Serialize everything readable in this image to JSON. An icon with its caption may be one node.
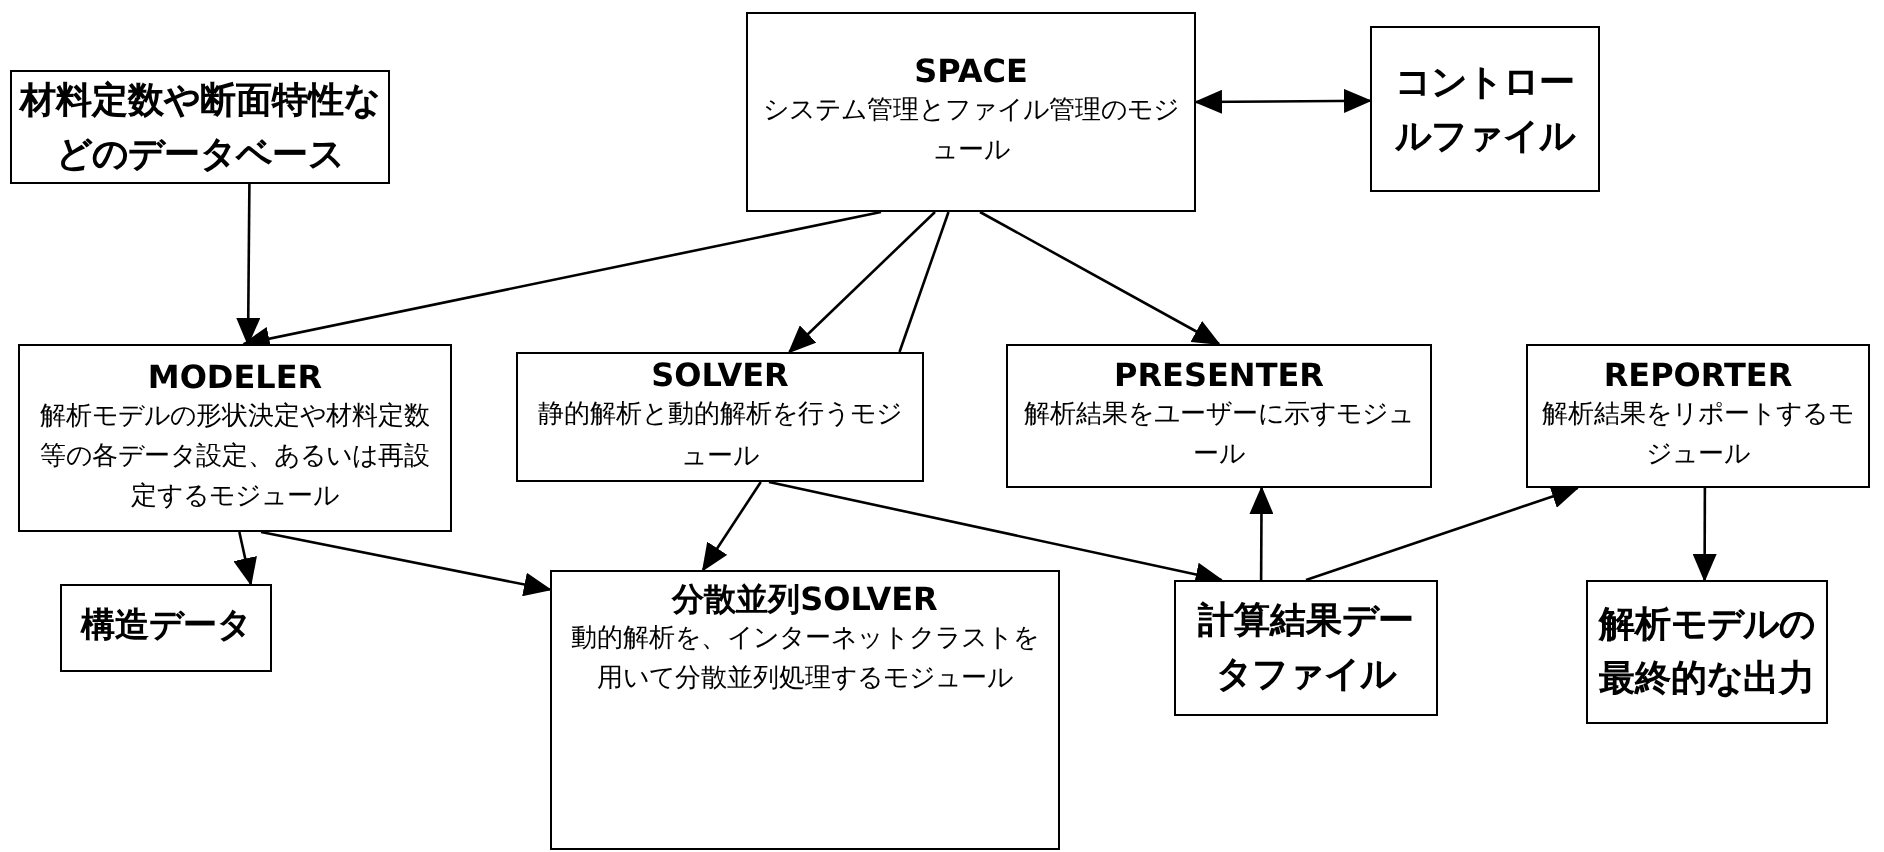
{
  "diagram": {
    "nodes": [
      {
        "text": [
          "材料定数や断面特性などのデータベース"
        ]
      },
      {
        "text": [
          "SPACE",
          "システム管理とファイル管理のモジュール"
        ]
      },
      {
        "text": [
          "コントロールファイル"
        ]
      },
      {
        "text": [
          "MODELER",
          "解析モデルの形状決定や材料定数等の各データ設定、あるいは再設定するモジュール"
        ]
      },
      {
        "text": [
          "SOLVER",
          "静的解析と動的解析を行うモジュール"
        ]
      },
      {
        "text": [
          "PRESENTER",
          "解析結果をユーザーに示すモジュール"
        ]
      },
      {
        "text": [
          "REPORTER",
          "解析結果をリポートするモジュール"
        ]
      },
      {
        "text": [
          "構造データ"
        ]
      },
      {
        "text": [
          "分散並列SOLVER",
          "動的解析を、インターネットクラストを用いて分散並列処理するモジュール"
        ]
      },
      {
        "text": [
          "計算結果データファイル"
        ]
      },
      {
        "text": [
          "解析モデルの最終的な出力"
        ]
      }
    ],
    "edges": [
      {
        "from": 1,
        "to": 2,
        "arrow": "both"
      },
      {
        "from": 0,
        "to": 3,
        "arrow": "to"
      },
      {
        "from": 1,
        "to": 3,
        "arrow": "to"
      },
      {
        "from": 1,
        "to": 4,
        "arrow": "to"
      },
      {
        "from": 1,
        "to": 4,
        "arrow": "none"
      },
      {
        "from": 1,
        "to": 5,
        "arrow": "to"
      },
      {
        "from": 3,
        "to": 7,
        "arrow": "to"
      },
      {
        "from": 3,
        "to": 8,
        "arrow": "to"
      },
      {
        "from": 4,
        "to": 8,
        "arrow": "to"
      },
      {
        "from": 4,
        "to": 9,
        "arrow": "to"
      },
      {
        "from": 9,
        "to": 5,
        "arrow": "to"
      },
      {
        "from": 9,
        "to": 6,
        "arrow": "to"
      },
      {
        "from": 6,
        "to": 10,
        "arrow": "to"
      }
    ]
  }
}
